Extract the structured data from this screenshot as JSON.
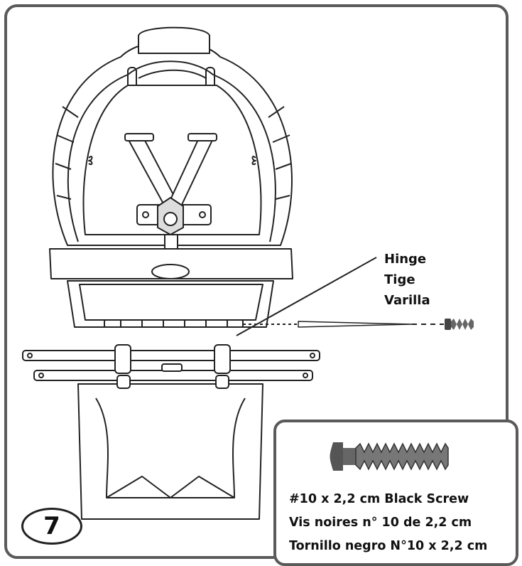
{
  "step": {
    "number": "7"
  },
  "part_callout": {
    "lines": [
      "Hinge",
      "Tige",
      "Varilla"
    ]
  },
  "hardware": {
    "icon": "screw-icon",
    "lines": [
      "#10 x 2,2 cm Black Screw",
      "Vis noires n° 10 de 2,2 cm",
      "Tornillo negro N°10 x 2,2 cm"
    ]
  },
  "colors": {
    "frame": "#5a5a5a",
    "line_art": "#222222",
    "screw": "#555555"
  }
}
